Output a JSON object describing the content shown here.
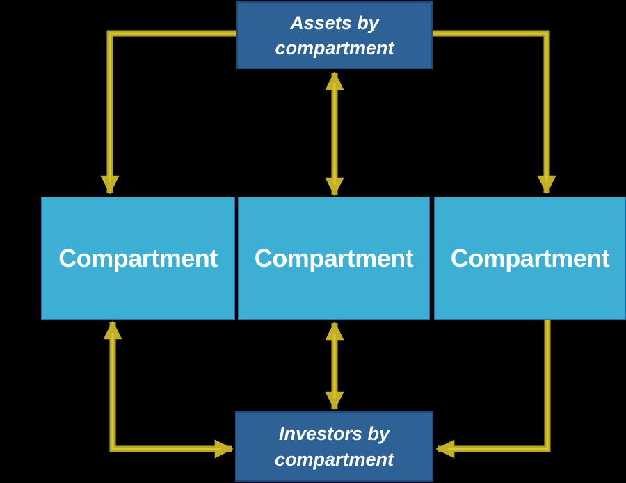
{
  "diagram": {
    "nodes": {
      "assets": {
        "label": "Assets by\ncompartment"
      },
      "compartments": [
        {
          "label": "Compartment"
        },
        {
          "label": "Compartment"
        },
        {
          "label": "Compartment"
        }
      ],
      "investors": {
        "label": "Investors by\ncompartment"
      }
    },
    "edges": [
      {
        "from": "assets",
        "to": "compartment-left",
        "style": "single-arrow",
        "direction": "down"
      },
      {
        "from": "assets",
        "to": "compartment-middle",
        "style": "double-arrow",
        "direction": "both"
      },
      {
        "from": "assets",
        "to": "compartment-right",
        "style": "single-arrow",
        "direction": "down"
      },
      {
        "from": "compartment-left",
        "to": "investors",
        "style": "double-arrow",
        "direction": "both"
      },
      {
        "from": "compartment-middle",
        "to": "investors",
        "style": "double-arrow",
        "direction": "both"
      },
      {
        "from": "compartment-right",
        "to": "investors",
        "style": "single-arrow",
        "direction": "into-investors"
      }
    ]
  },
  "colors": {
    "background": "#000000",
    "node_dark_blue": "#2e6195",
    "node_dark_border": "#1d4b7d",
    "node_cyan": "#3dafd4",
    "node_cyan_border": "#2a6db0",
    "arrow_yellow": "#c2b126",
    "arrow_yellow_dark": "#b7a724",
    "arrow_yellow_light": "#d9c631",
    "text_white": "#ffffff"
  }
}
